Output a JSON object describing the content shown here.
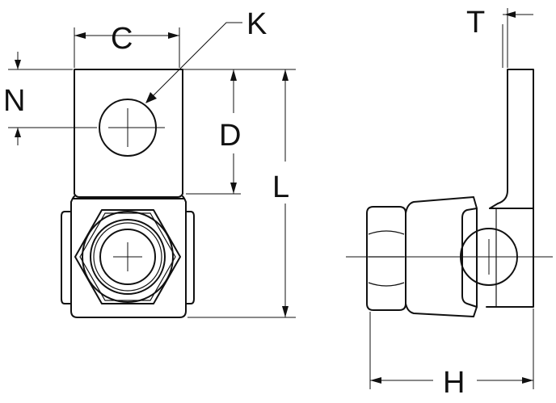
{
  "labels": {
    "C": "C",
    "K": "K",
    "N": "N",
    "D": "D",
    "L": "L",
    "T": "T",
    "H": "H"
  },
  "colors": {
    "line": "#111111",
    "background": "#ffffff"
  }
}
